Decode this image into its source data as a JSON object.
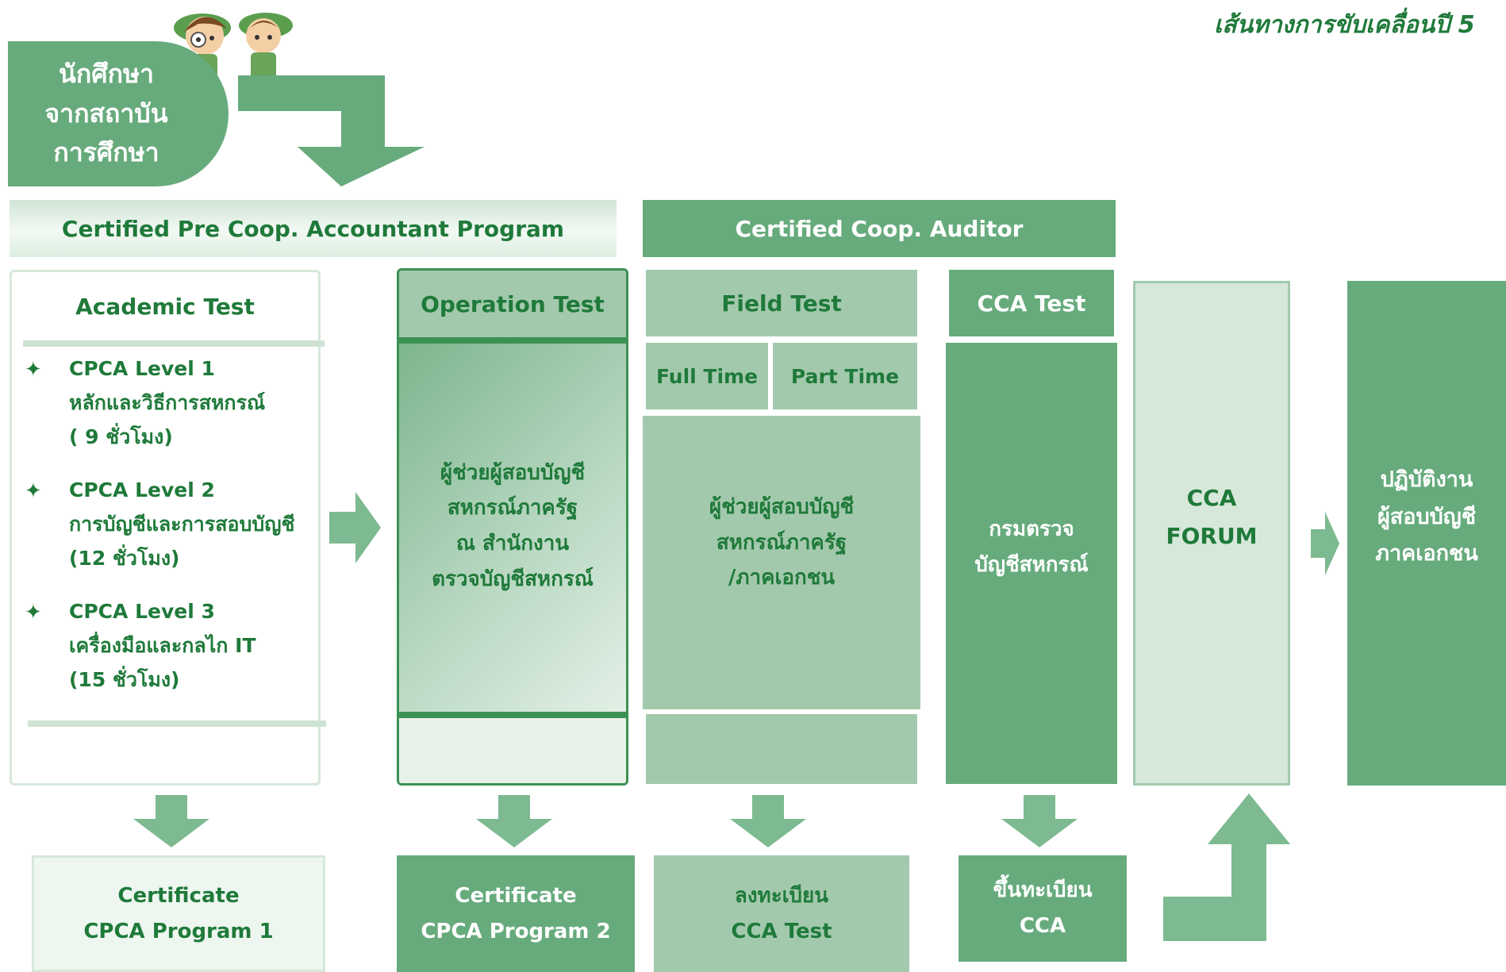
{
  "top_title": "เส้นทางการขับเคลื่อนปี 5",
  "student_bubble": {
    "lines": [
      "นักศึกษา",
      "จากสถาบัน",
      "การศึกษา"
    ]
  },
  "banners": {
    "pre_program": "Certified  Pre  Coop.  Accountant  Program",
    "auditor": "Certified  Coop.  Auditor"
  },
  "academic": {
    "header": "Academic  Test",
    "bullet_icon": "four-point-star-icon",
    "items": [
      {
        "level": "CPCA  Level  1",
        "desc": "หลักและวิธีการสหกรณ์",
        "hours": "( 9  ชั่วโมง)"
      },
      {
        "level": "CPCA  Level  2",
        "desc": "การบัญชีและการสอบบัญชี",
        "hours": "(12  ชั่วโมง)"
      },
      {
        "level": "CPCA  Level  3",
        "desc": "เครื่องมือและกลไก  IT",
        "hours": "(15  ชั่วโมง)"
      }
    ]
  },
  "operation": {
    "header": "Operation  Test",
    "lines": [
      "ผู้ช่วยผู้สอบบัญชี",
      "สหกรณ์ภาครัฐ",
      "ณ  สำนักงาน",
      "ตรวจบัญชีสหกรณ์"
    ]
  },
  "field": {
    "header": "Field  Test",
    "full_time": "Full  Time",
    "part_time": "Part  Time",
    "lines": [
      "ผู้ช่วยผู้สอบบัญชี",
      "สหกรณ์ภาครัฐ",
      "/ภาคเอกชน"
    ]
  },
  "cca": {
    "header": "CCA  Test",
    "lines": [
      "กรมตรวจ",
      "บัญชีสหกรณ์"
    ]
  },
  "forum": {
    "lines": [
      "CCA",
      "FORUM"
    ]
  },
  "practice": {
    "lines": [
      "ปฏิบัติงาน",
      "ผู้สอบบัญชี",
      "ภาคเอกชน"
    ]
  },
  "bottom": [
    {
      "line1": "Certificate",
      "line2": "CPCA  Program  1"
    },
    {
      "line1": "Certificate",
      "line2": "CPCA  Program  2"
    },
    {
      "line1": "ลงทะเบียน",
      "line2": "CCA  Test"
    },
    {
      "line1": "ขึ้นทะเบียน",
      "line2": "CCA"
    }
  ],
  "colors": {
    "dark_green": "#1f7a3a",
    "mid_green": "#67ab7d",
    "light_green": "#a3c9ad",
    "pale_green": "#d6e8da",
    "arrow_green": "#7dba91"
  }
}
